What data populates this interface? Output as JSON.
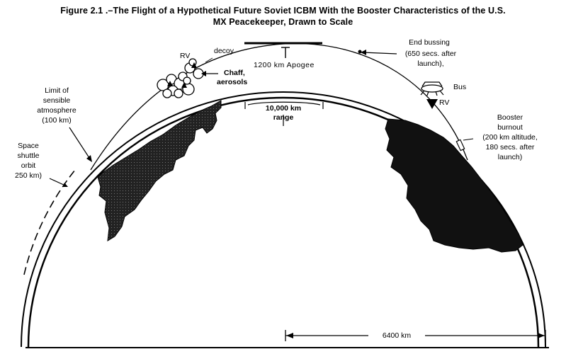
{
  "figure": {
    "title_line1": "Figure 2.1 .–The Flight of a Hypothetical Future Soviet ICBM With the Booster Characteristics of the U.S.",
    "title_line2": "MX Peacekeeper, Drawn to Scale"
  },
  "labels": {
    "decoy": "decoy",
    "rv_top": "RV",
    "apogee": "1200 km Apogee",
    "end_bussing_1": "End bussing",
    "end_bussing_2": "(650 secs. after",
    "end_bussing_3": "launch),",
    "chaff_1": "Chaff,",
    "chaff_2": "aerosols",
    "bus": "Bus",
    "rv_bus": "RV",
    "limit_1": "Limit of",
    "limit_2": "sensible",
    "limit_3": "atmosphere",
    "limit_4": "(100 km)",
    "range_1": "10,000 km",
    "range_2": "range",
    "burnout_1": "Booster",
    "burnout_2": "burnout",
    "burnout_3": "(200 km altitude,",
    "burnout_4": "180 secs. after",
    "burnout_5": "launch)",
    "shuttle_1": "Space",
    "shuttle_2": "shuttle",
    "shuttle_3": "orbit",
    "shuttle_4": "250 km)",
    "radius": "6400 km"
  },
  "colors": {
    "ink": "#000000",
    "land": "#1a1a1a",
    "background": "#ffffff"
  }
}
